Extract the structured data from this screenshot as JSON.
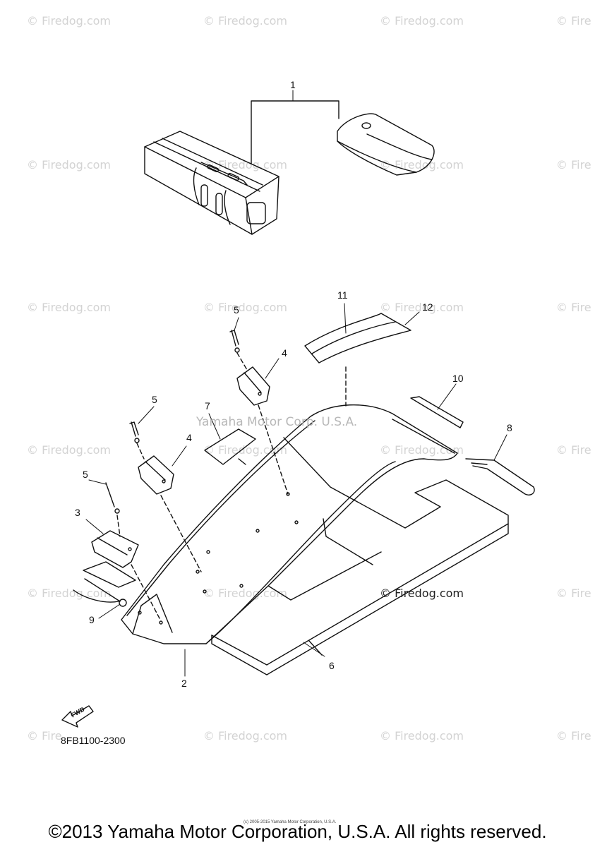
{
  "watermark": "© Firedog.com",
  "watermark_partial": "© Fire",
  "overlay_text": "Yamaha Motor Corp. U.S.A.",
  "firedog_mark": "© Firedog.com",
  "callouts": {
    "c1": "1",
    "c2": "2",
    "c3": "3",
    "c4a": "4",
    "c4b": "4",
    "c5a": "5",
    "c5b": "5",
    "c5c": "5",
    "c6": "6",
    "c7": "7",
    "c8": "8",
    "c9": "9",
    "c10": "10",
    "c11": "11",
    "c12": "12"
  },
  "fwd_label": "FWD",
  "diagram_code": "8FB1100-2300",
  "tiny_copyright": "(c) 2005-2015 Yamaha Motor Corporation, U.S.A.",
  "copyright": "©2013 Yamaha Motor Corporation, U.S.A. All rights reserved.",
  "colors": {
    "line": "#111111",
    "watermark": "#d3d3d3"
  }
}
